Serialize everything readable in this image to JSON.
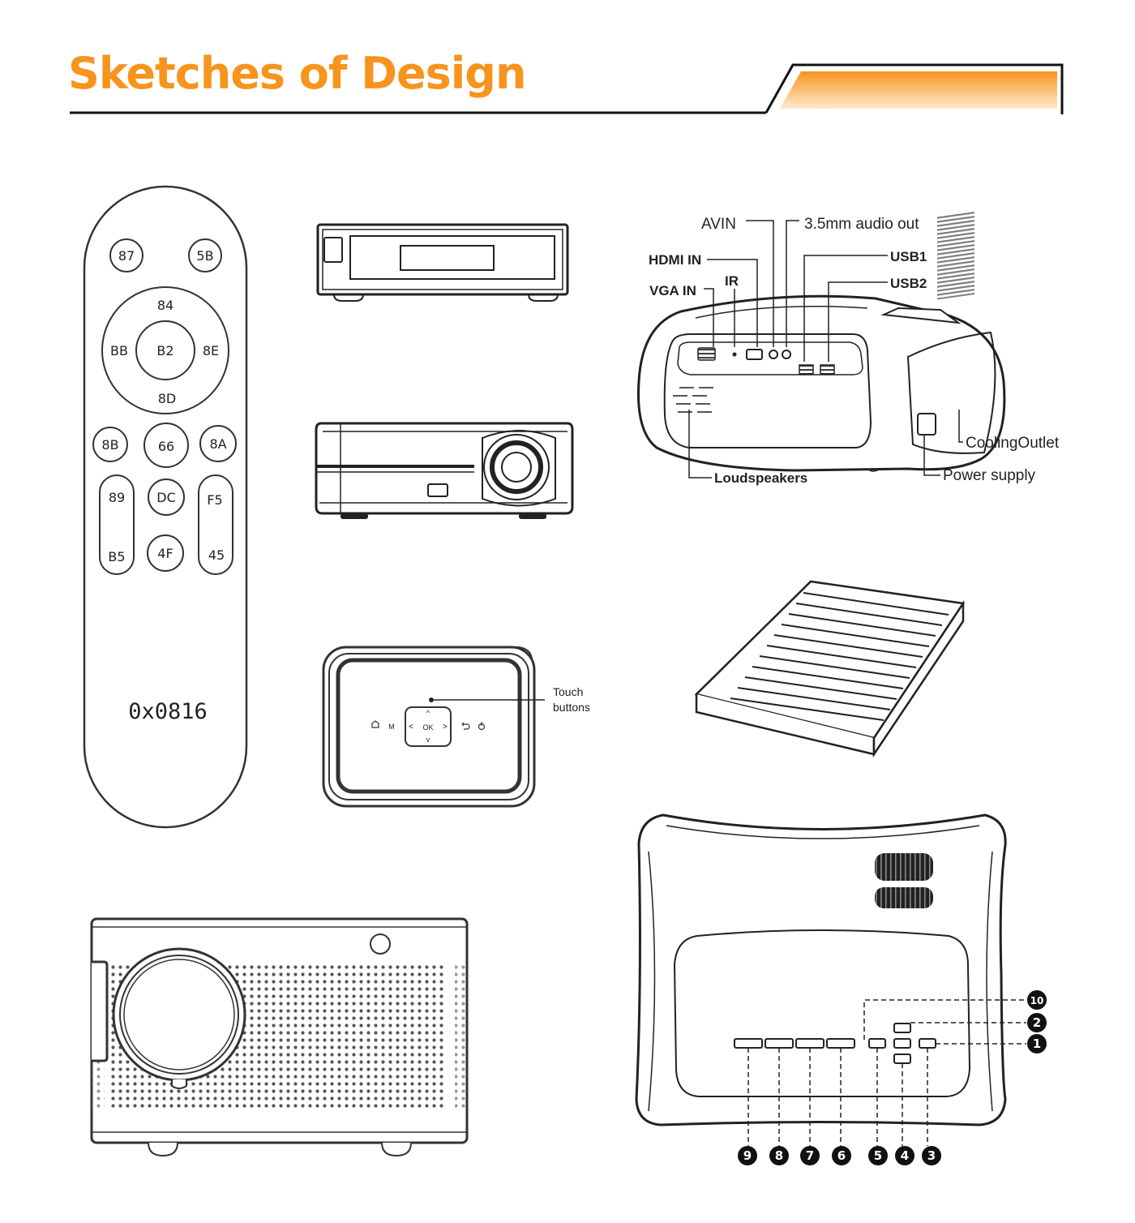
{
  "header": {
    "title": "Sketches of Design",
    "accent_color": "#F7941D"
  },
  "remote": {
    "buttons": {
      "b87": "87",
      "b5b": "5B",
      "up": "84",
      "left": "BB",
      "ok": "B2",
      "right": "8E",
      "down": "8D",
      "b8b": "8B",
      "b66": "66",
      "b8a": "8A",
      "b89": "89",
      "bdc": "DC",
      "bf5": "F5",
      "bb5": "B5",
      "b4f": "4F",
      "b45": "45"
    },
    "code": "0x0816"
  },
  "ports": {
    "avin": "AVIN",
    "audio_out": "3.5mm audio out",
    "hdmi_in": "HDMI IN",
    "usb1": "USB1",
    "ir": "IR",
    "usb2": "USB2",
    "vga_in": "VGA IN",
    "cooling_outlet": "CoolingOutlet",
    "power_supply": "Power supply",
    "loudspeakers": "Loudspeakers"
  },
  "touch_panel": {
    "ok": "OK",
    "menu": "M",
    "touch_label_line1": "Touch",
    "touch_label_line2": "buttons"
  },
  "button_callouts": {
    "n1": "1",
    "n2": "2",
    "n3": "3",
    "n4": "4",
    "n5": "5",
    "n6": "6",
    "n7": "7",
    "n8": "8",
    "n9": "9",
    "n10": "10"
  }
}
